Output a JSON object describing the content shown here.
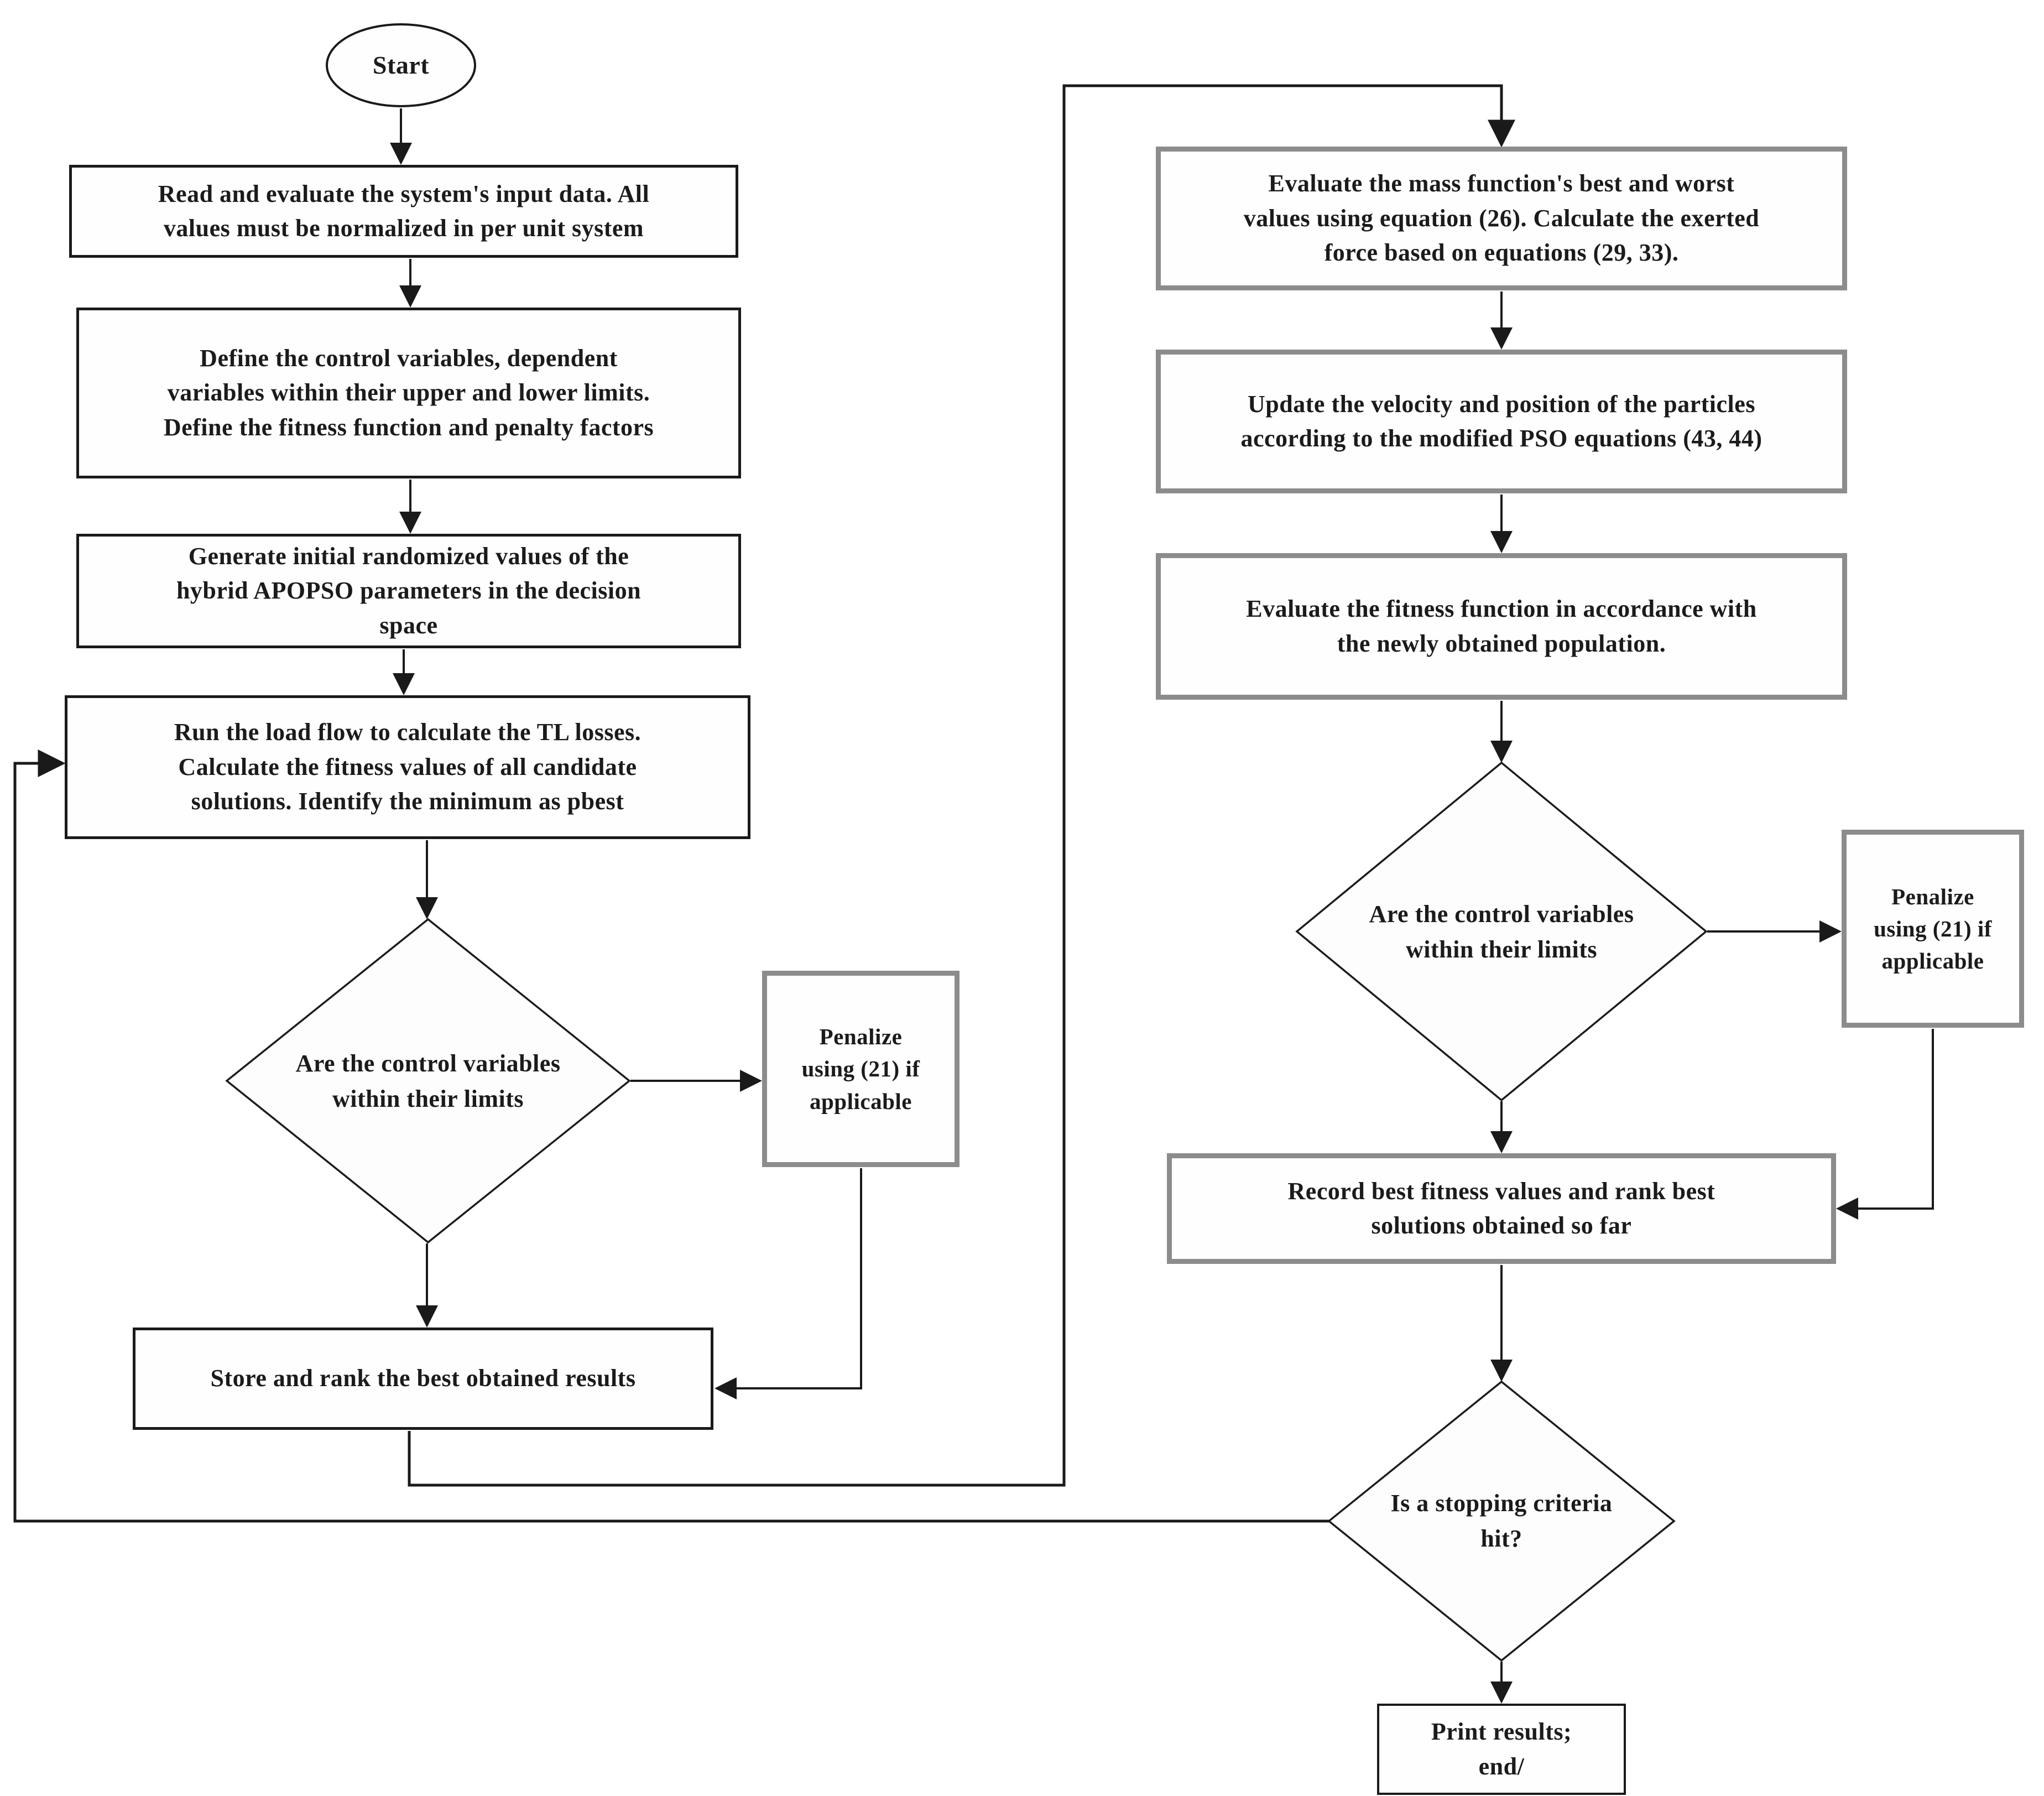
{
  "colors": {
    "line": "#1a1a1a",
    "box_border_dark": "#1a1a1a",
    "box_border_gray": "#8c8c8c",
    "text": "#1b1b1b",
    "background": "#ffffff"
  },
  "nodes": {
    "start": "Start",
    "read_input": "Read and evaluate the system's  input data. All\nvalues must be normalized in per unit system",
    "define_variables": "Define the control variables, dependent\nvariables within their upper and lower limits.\nDefine the fitness function and penalty factors",
    "generate_initial": "Generate initial randomized values of the\nhybrid APOPSO parameters in the decision\nspace",
    "run_load_flow": "Run the load flow to calculate the TL losses.\nCalculate the fitness values of all candidate\nsolutions. Identify the minimum as pbest",
    "limits_check_1": "Are the control variables\nwithin their limits",
    "penalize_1": "Penalize\nusing (21) if\napplicable",
    "store_rank": "Store and rank the best obtained results",
    "evaluate_mass": "Evaluate the mass function's best and worst\nvalues using equation (26). Calculate the exerted\nforce based on equations (29, 33).",
    "update_velocity": "Update the velocity and position of the particles\naccording to the modified PSO equations (43, 44)",
    "evaluate_fitness": "Evaluate the fitness function in accordance with\nthe newly obtained population.",
    "limits_check_2": "Are the control variables\nwithin their limits",
    "penalize_2": "Penalize\nusing (21) if\napplicable",
    "record_best": "Record best fitness values and rank best\nsolutions obtained so far",
    "stopping_criteria": "Is a stopping criteria\nhit?",
    "print_results": "Print results;\nend/"
  },
  "edges": [
    {
      "from": "start",
      "to": "read_input"
    },
    {
      "from": "read_input",
      "to": "define_variables"
    },
    {
      "from": "define_variables",
      "to": "generate_initial"
    },
    {
      "from": "generate_initial",
      "to": "run_load_flow"
    },
    {
      "from": "run_load_flow",
      "to": "limits_check_1"
    },
    {
      "from": "limits_check_1",
      "to": "penalize_1"
    },
    {
      "from": "limits_check_1",
      "to": "store_rank"
    },
    {
      "from": "penalize_1",
      "to": "store_rank"
    },
    {
      "from": "store_rank",
      "to": "evaluate_mass"
    },
    {
      "from": "evaluate_mass",
      "to": "update_velocity"
    },
    {
      "from": "update_velocity",
      "to": "evaluate_fitness"
    },
    {
      "from": "evaluate_fitness",
      "to": "limits_check_2"
    },
    {
      "from": "limits_check_2",
      "to": "penalize_2"
    },
    {
      "from": "limits_check_2",
      "to": "record_best"
    },
    {
      "from": "penalize_2",
      "to": "record_best"
    },
    {
      "from": "record_best",
      "to": "stopping_criteria"
    },
    {
      "from": "stopping_criteria",
      "to": "print_results"
    },
    {
      "from": "stopping_criteria",
      "to": "run_load_flow"
    }
  ]
}
